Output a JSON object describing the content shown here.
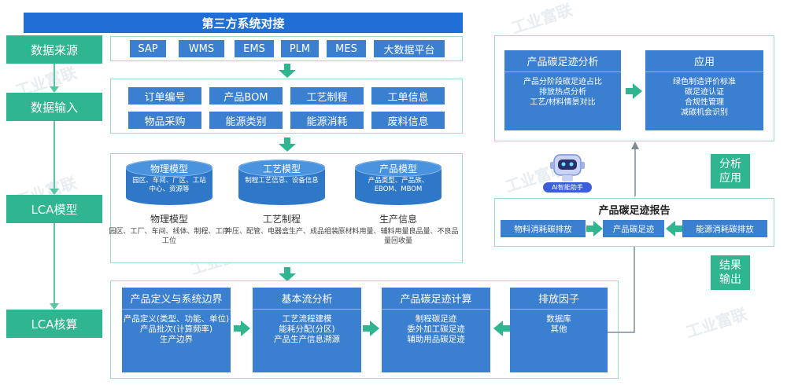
{
  "title": "第三方系统对接",
  "stages": [
    "数据来源",
    "数据输入",
    "LCA模型",
    "LCA核算"
  ],
  "sources": [
    "SAP",
    "WMS",
    "EMS",
    "PLM",
    "MES",
    "大数据平台"
  ],
  "inputs": {
    "row1": [
      "订单编号",
      "产品BOM",
      "工艺制程",
      "工单信息"
    ],
    "row2": [
      "物品采购",
      "能源类别",
      "能源消耗",
      "废料信息"
    ]
  },
  "models": [
    {
      "name": "物理模型",
      "inner": "园区、车间、厂区、工站中心、资源等",
      "title": "物理模型",
      "desc": "园区、工厂、车间、线体、制程、工序工位"
    },
    {
      "name": "工艺模型",
      "inner": "制程工艺信息、设备信息",
      "title": "工艺制程",
      "desc": "冲压、配管、电器盒生产、成品组装"
    },
    {
      "name": "产品模型",
      "inner": "产品类型、产品族、EBOM、MBOM",
      "title": "生产信息",
      "desc": "原材料用量、辅料用量良品量、不良品量回收量"
    }
  ],
  "lca": [
    {
      "header": "产品定义与系统边界",
      "text": "产品定义(类型、功能、单位)\n产品批次(计算频率)\n生产边界"
    },
    {
      "header": "基本流分析",
      "text": "工艺流程建模\n能耗分配(分区)\n产品生产信息溯源"
    },
    {
      "header": "产品碳足迹计算",
      "text": "制程碳足迹\n委外加工碳足迹\n辅助用品碳足迹"
    },
    {
      "header": "排放因子",
      "text": "数据库\n其他"
    }
  ],
  "analysis": {
    "left_header": "产品碳足迹分析",
    "left_text": "产品分阶段碳足迹占比\n排放热点分析\n工艺/材料情景对比",
    "right_header": "应用",
    "right_text": "绿色制造评价标准\n碳足迹认证\n合规性管理\n减碳机会识别"
  },
  "robot_label": "AI智能助手",
  "tag_analysis": "分析\n应用",
  "report": {
    "title": "产品碳足迹报告",
    "left": "物料消耗碳排放",
    "center": "产品碳足迹",
    "right": "能源消耗碳排放"
  },
  "tag_result": "结果\n输出",
  "watermark": "工业富联",
  "colors": {
    "blue": "#3b7fd1",
    "green": "#2fb58f",
    "header_blue": "#1f6fd6"
  }
}
